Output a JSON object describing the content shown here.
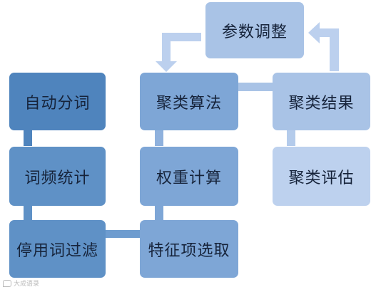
{
  "nodes": {
    "auto_segmentation": "自动分词",
    "term_frequency": "词频统计",
    "stopword_filter": "停用词过滤",
    "feature_selection": "特征项选取",
    "weight_calculation": "权重计算",
    "clustering_algorithm": "聚类算法",
    "parameter_tuning": "参数调整",
    "clustering_result": "聚类结果",
    "clustering_evaluation": "聚类评估"
  },
  "watermark": {
    "text": "大成语录"
  }
}
